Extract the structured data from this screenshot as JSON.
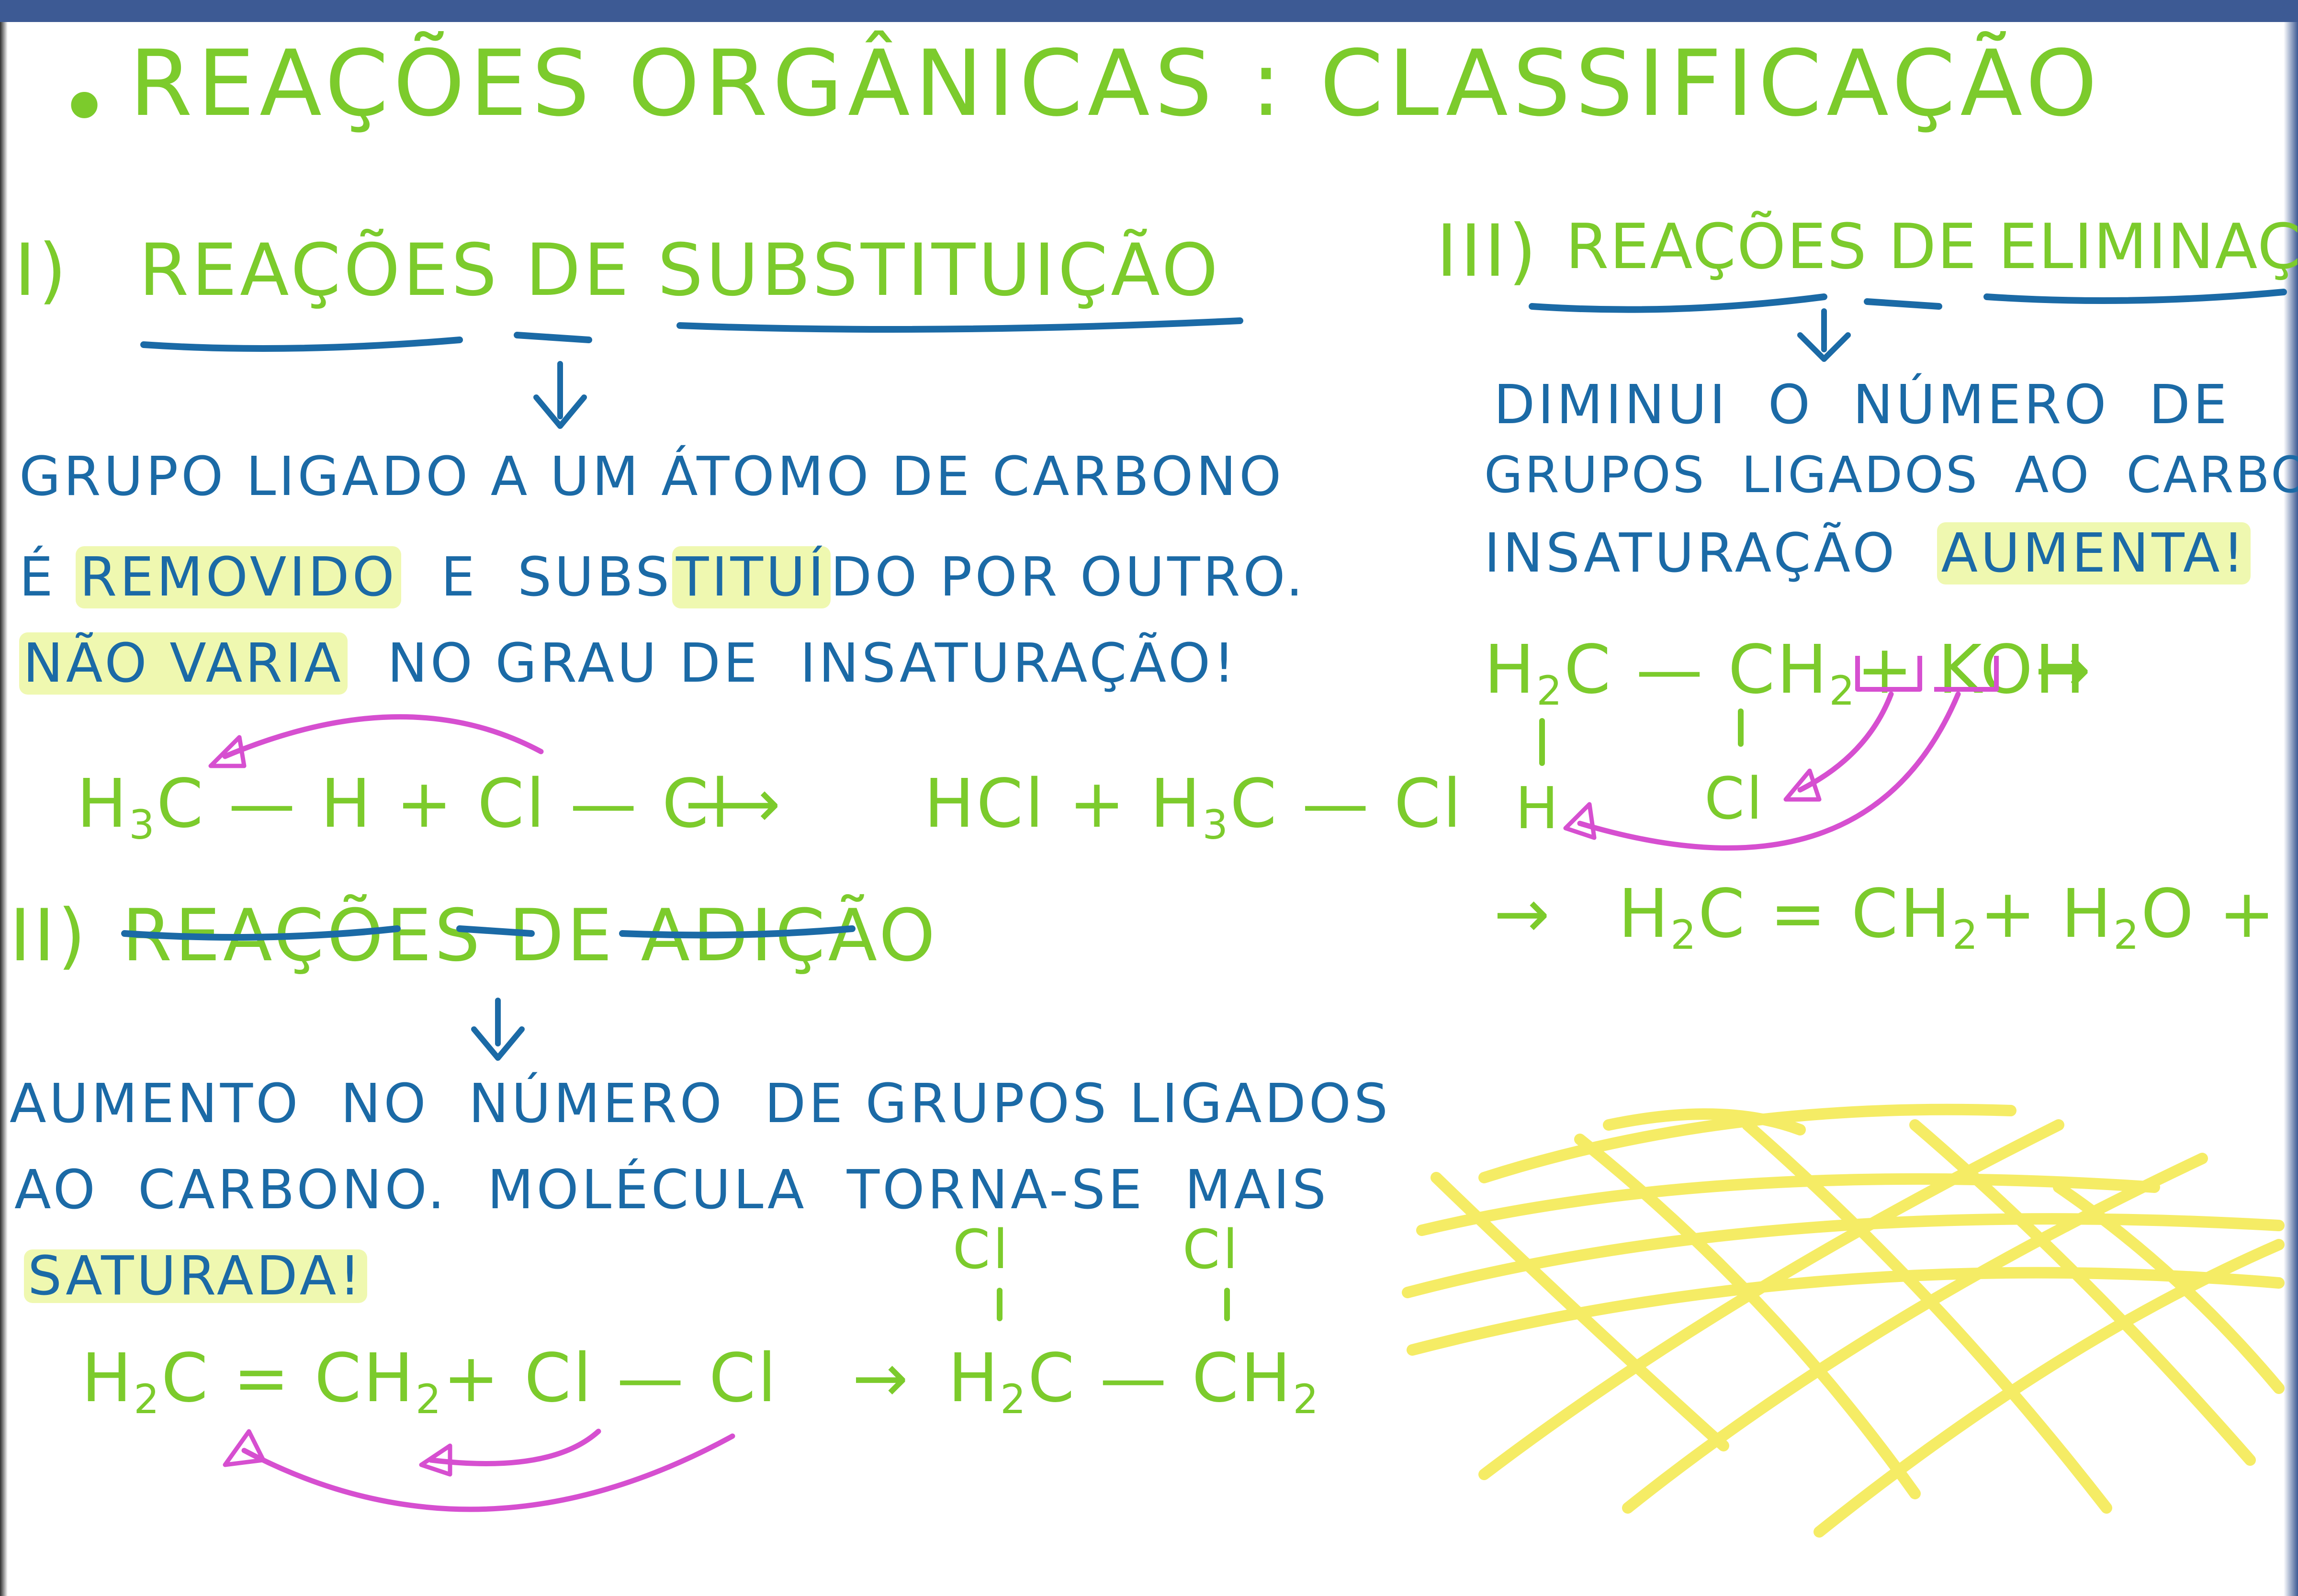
{
  "title": "REAÇÕES ORGÂNICAS : CLASSIFICAÇÃO",
  "substitution": {
    "heading_num": "I)",
    "heading": "REAÇÕES DE SUBSTITUIÇÃO",
    "line1": "GRUPO LIGADO A UM ÁTOMO DE CARBONO",
    "line2_pre": "É ",
    "line2_hl1": "REMOVIDO",
    "line2_mid": "  E  SUBS",
    "line2_hl2": "TITUÍ",
    "line2_post": "DO POR OUTRO.",
    "line3_hl": "NÃO VARIA",
    "line3_post": "  NO GRAU DE  INSATURAÇÃO!",
    "eq_part1": "H",
    "eq_sub1": "3",
    "eq_part2": "C — H + Cl — Cl",
    "eq_arrow": "⟶",
    "eq_products_1": "HCl + H",
    "eq_products_sub": "3",
    "eq_products_2": "C — Cl"
  },
  "addition": {
    "heading_num": "II)",
    "heading": "REAÇÕES DE ADIÇÃO",
    "line1": "AUMENTO  NO  NÚMERO  DE GRUPOS LIGADOS",
    "line2": "AO  CARBONO.  MOLÉCULA  TORNA-SE  MAIS",
    "line3": "SATURADA!",
    "eq_h": "H",
    "eq_sub2": "2",
    "eq_c": "C = CH",
    "eq_plus": "+ Cl — Cl",
    "eq_arrow": "→",
    "eq_prod_h": "H",
    "eq_prod_c": "C — CH",
    "prod_cl_1": "Cl",
    "prod_cl_2": "Cl"
  },
  "elimination": {
    "heading_num": "III)",
    "heading": "REAÇÕES DE ELIMINAÇÃO",
    "line1": "DIMINUI  O  NÚMERO  DE",
    "line2": "GRUPOS  LIGADOS  AO  CARBONO",
    "line3_pre": "INSATURAÇÃO  ",
    "line3_hl": "AUMENTA!",
    "eq_h": "H",
    "eq_sub2": "2",
    "eq_mid": "C — CH",
    "eq_plus": "+ KOH",
    "eq_arrow": "→",
    "sub_h": "H",
    "sub_cl": "Cl",
    "prod_arrow": "→",
    "prod_h": "H",
    "prod_c": "C = CH",
    "prod_rest": "+ H",
    "prod_o": "O + KCl"
  },
  "colors": {
    "green_marker": "#7ccb2c",
    "blue_marker": "#1b6aa6",
    "pink_marker": "#d64fd0",
    "yellow_marker": "#f4e94b",
    "highlight": "#e2f36f"
  }
}
